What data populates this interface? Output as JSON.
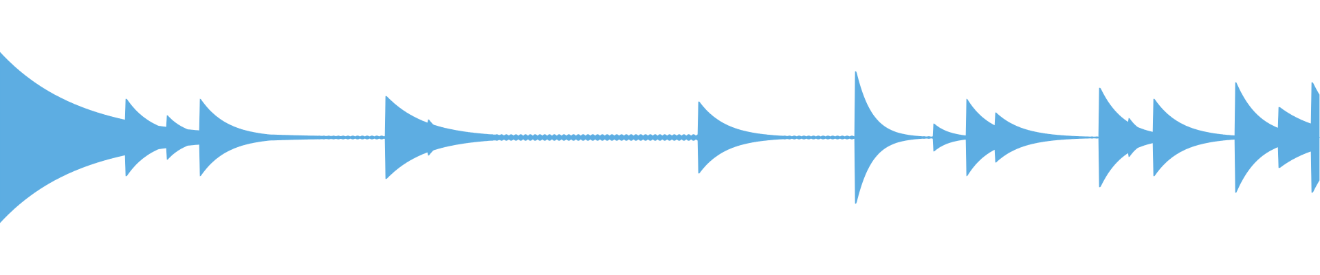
{
  "waveform": {
    "color": "#5dade2",
    "background": "#ffffff",
    "transients": [
      {
        "t": 0.0,
        "up": 0.62,
        "down": 0.62,
        "decay": 0.06
      },
      {
        "t": 0.026,
        "up": 0.22,
        "down": 0.22,
        "decay": 0.008
      },
      {
        "t": 0.038,
        "up": 0.3,
        "down": 0.3,
        "decay": 0.02
      },
      {
        "t": 0.096,
        "up": 0.28,
        "down": 0.28,
        "decay": 0.02
      },
      {
        "t": 0.127,
        "up": 0.16,
        "down": 0.16,
        "decay": 0.015
      },
      {
        "t": 0.152,
        "up": 0.28,
        "down": 0.28,
        "decay": 0.02
      },
      {
        "t": 0.293,
        "up": 0.3,
        "down": 0.3,
        "decay": 0.03
      },
      {
        "t": 0.325,
        "up": 0.13,
        "down": 0.13,
        "decay": 0.01
      },
      {
        "t": 0.53,
        "up": 0.26,
        "down": 0.26,
        "decay": 0.02
      },
      {
        "t": 0.649,
        "up": 0.48,
        "down": 0.48,
        "decay": 0.012
      },
      {
        "t": 0.708,
        "up": 0.1,
        "down": 0.1,
        "decay": 0.012
      },
      {
        "t": 0.733,
        "up": 0.28,
        "down": 0.28,
        "decay": 0.018
      },
      {
        "t": 0.755,
        "up": 0.18,
        "down": 0.18,
        "decay": 0.02
      },
      {
        "t": 0.834,
        "up": 0.36,
        "down": 0.36,
        "decay": 0.018
      },
      {
        "t": 0.856,
        "up": 0.14,
        "down": 0.14,
        "decay": 0.01
      },
      {
        "t": 0.875,
        "up": 0.28,
        "down": 0.28,
        "decay": 0.02
      },
      {
        "t": 0.937,
        "up": 0.4,
        "down": 0.4,
        "decay": 0.018
      },
      {
        "t": 0.97,
        "up": 0.22,
        "down": 0.22,
        "decay": 0.03
      },
      {
        "t": 0.995,
        "up": 0.4,
        "down": 0.4,
        "decay": 0.02
      }
    ],
    "noise_segments": [
      {
        "start": 0.165,
        "end": 0.293,
        "level": 0.012
      },
      {
        "start": 0.33,
        "end": 0.53,
        "level": 0.022
      },
      {
        "start": 0.55,
        "end": 0.649,
        "level": 0.012
      },
      {
        "start": 0.68,
        "end": 0.708,
        "level": 0.008
      },
      {
        "start": 0.79,
        "end": 0.834,
        "level": 0.006
      },
      {
        "start": 0.89,
        "end": 0.937,
        "level": 0.006
      }
    ]
  }
}
